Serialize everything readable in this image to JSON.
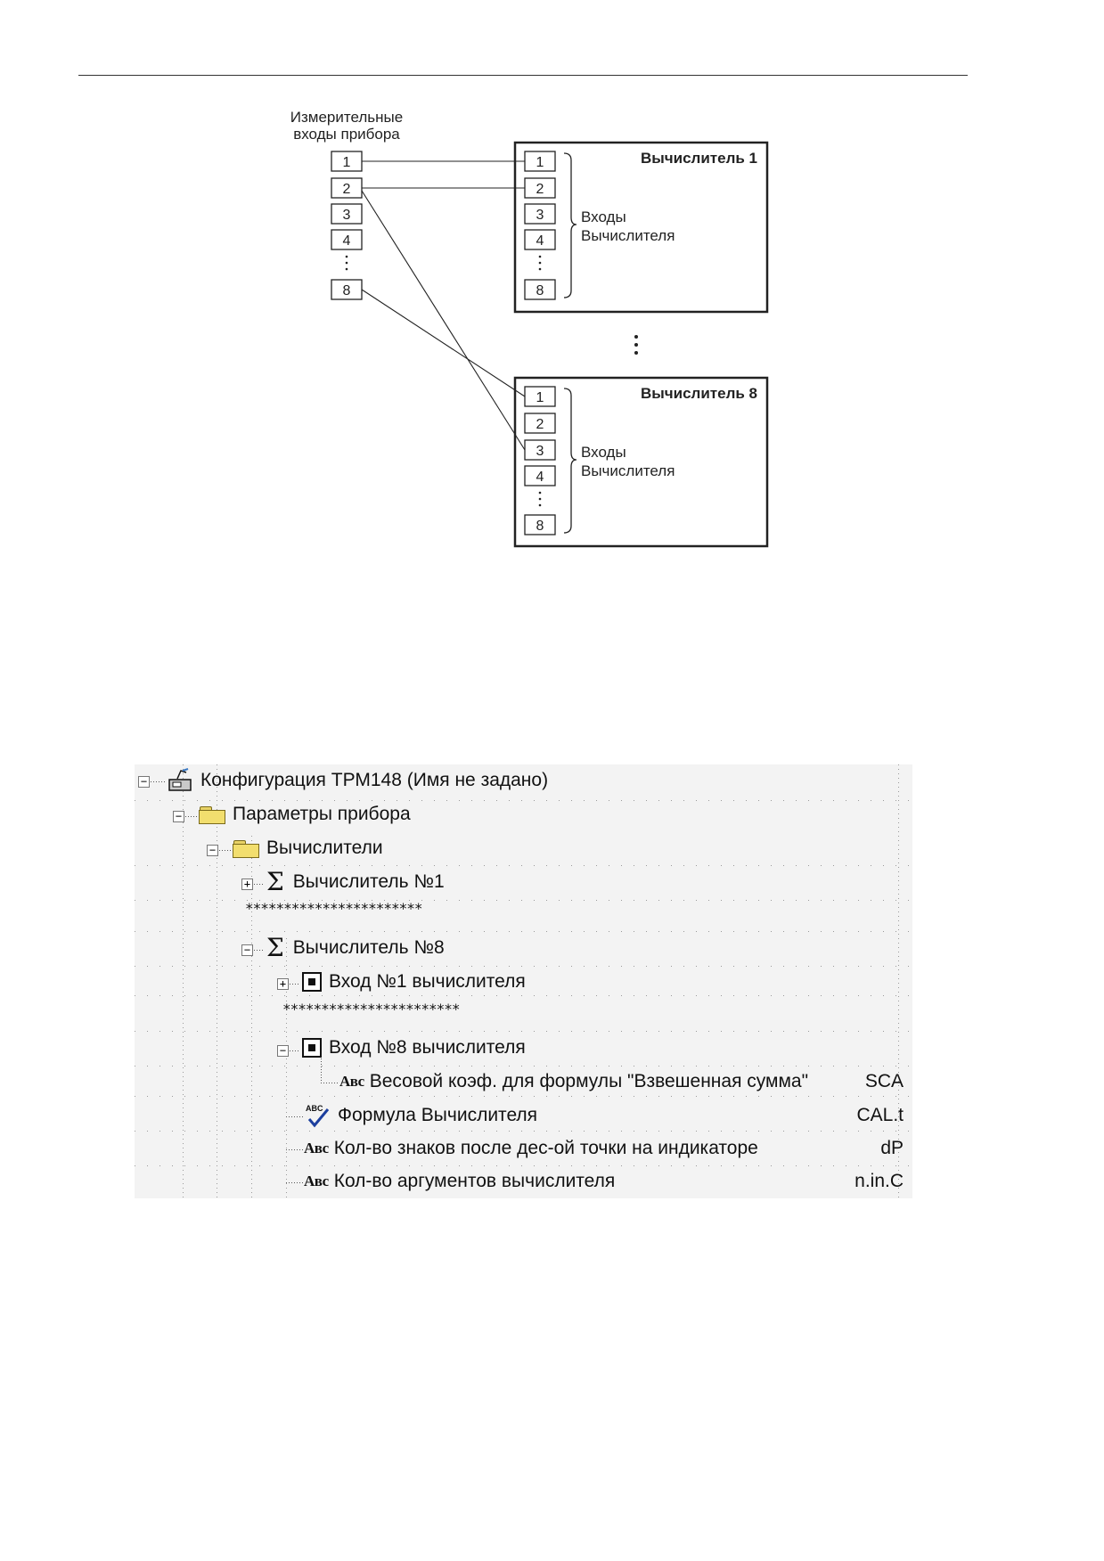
{
  "diagram": {
    "inputs_label_line1": "Измерительные",
    "inputs_label_line2": "входы прибора",
    "device_inputs": [
      "1",
      "2",
      "3",
      "4",
      "8"
    ],
    "calc1_title": "Вычислитель 1",
    "calc8_title": "Вычислитель 8",
    "calc_inputs": [
      "1",
      "2",
      "3",
      "4",
      "8"
    ],
    "brace_label_line1": "Входы",
    "brace_label_line2": "Вычислителя"
  },
  "tree": {
    "root": "Конфигурация ТРМ148 (Имя не задано)",
    "params": "Параметры прибора",
    "calculators": "Вычислители",
    "calc1": "Вычислитель №1",
    "stars1": "***********************",
    "calc8": "Вычислитель №8",
    "input1": "Вход №1 вычислителя",
    "stars2": "***********************",
    "input8": "Вход №8 вычислителя",
    "abc_label": "Авс",
    "weight": "Весовой коэф. для формулы \"Взвешенная сумма\"",
    "weight_code": "SCA",
    "formula": "Формула Вычислителя",
    "formula_code": "CAL.t",
    "decimals": "Кол-во знаков после дес-ой точки на индикаторе",
    "decimals_code": "dP",
    "args": "Кол-во аргументов вычислителя",
    "args_code": "n.in.C"
  }
}
